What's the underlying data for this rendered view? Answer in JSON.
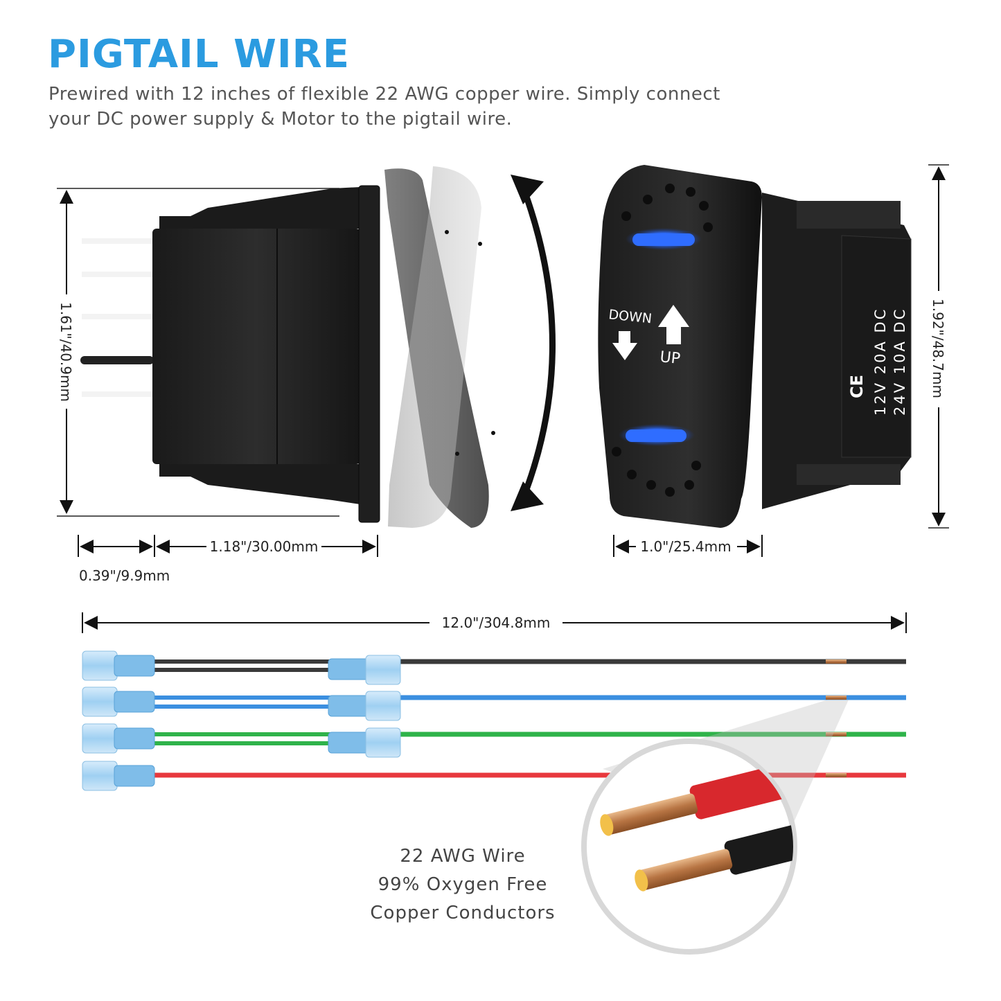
{
  "header": {
    "title": "PIGTAIL WIRE",
    "subtitle_line1": "Prewired with 12 inches of flexible 22 AWG copper wire. Simply connect",
    "subtitle_line2": "your DC power supply & Motor to the pigtail wire."
  },
  "dimensions": {
    "side_height": "1.61\"/40.9mm",
    "front_height": "1.92\"/48.7mm",
    "pin_length": "0.39\"/9.9mm",
    "body_length": "1.18\"/30.00mm",
    "front_width": "1.0\"/25.4mm",
    "wire_length": "12.0\"/304.8mm"
  },
  "switch_face": {
    "down_label": "DOWN",
    "up_label": "UP",
    "ce_mark": "CE",
    "rating_line1": "12V  20A  DC",
    "rating_line2": "24V  10A  DC"
  },
  "wires": {
    "colors": [
      "#3a3a3a",
      "#3b8fe0",
      "#2fb34a",
      "#e8383d"
    ],
    "caption_line1": "22 AWG Wire",
    "caption_line2": "99% Oxygen Free",
    "caption_line3": "Copper Conductors"
  },
  "colors": {
    "accent": "#2b9be0",
    "led": "#2f6dff"
  }
}
